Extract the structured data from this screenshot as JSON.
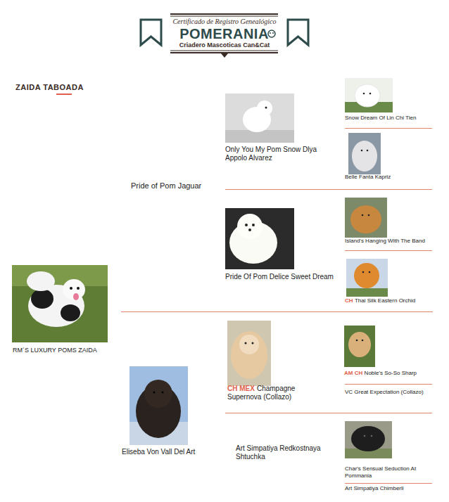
{
  "diagram": {
    "title": "POMERANIA",
    "nodes": [
      {
        "text": [
          "RM´S LUXURY POMS ZAIDA"
        ]
      },
      {
        "text": [
          "Pride of Pom Jaguar"
        ]
      },
      {
        "text": [
          "Eliseba Von Vall Del Art"
        ]
      },
      {
        "text": [
          "Only You My Pom Snow Dlya Appolo Alvarez"
        ]
      },
      {
        "text": [
          "Pride Of Pom Delice Sweet Dream"
        ]
      },
      {
        "text": [
          "CH MEX",
          "Champagne Supernova (Collazo)"
        ]
      },
      {
        "text": [
          "Art Simpatiya Redkostnaya Shtuchka"
        ]
      },
      {
        "text": [
          "Snow Dream Of Lin Chi Tien"
        ]
      },
      {
        "text": [
          "Belle Fanta Kapriz"
        ]
      },
      {
        "text": [
          "Island's Hanging With The Band"
        ]
      },
      {
        "text": [
          "CH",
          "Thai Silk Eastern Orchid"
        ]
      },
      {
        "text": [
          "AM CH",
          "Noble's So-So Sharp"
        ]
      },
      {
        "text": [
          "VC Great Expectation (Collazo)"
        ]
      },
      {
        "text": [
          "Char's Sensual Seduction At Pommania"
        ]
      },
      {
        "text": [
          "Art Simpatiya Chimberli"
        ]
      }
    ],
    "labels": [
      "Certificado de Registro Genealógico",
      "Criadero Mascoticas Can&Cat",
      "ZAIDA TABOADA"
    ]
  }
}
